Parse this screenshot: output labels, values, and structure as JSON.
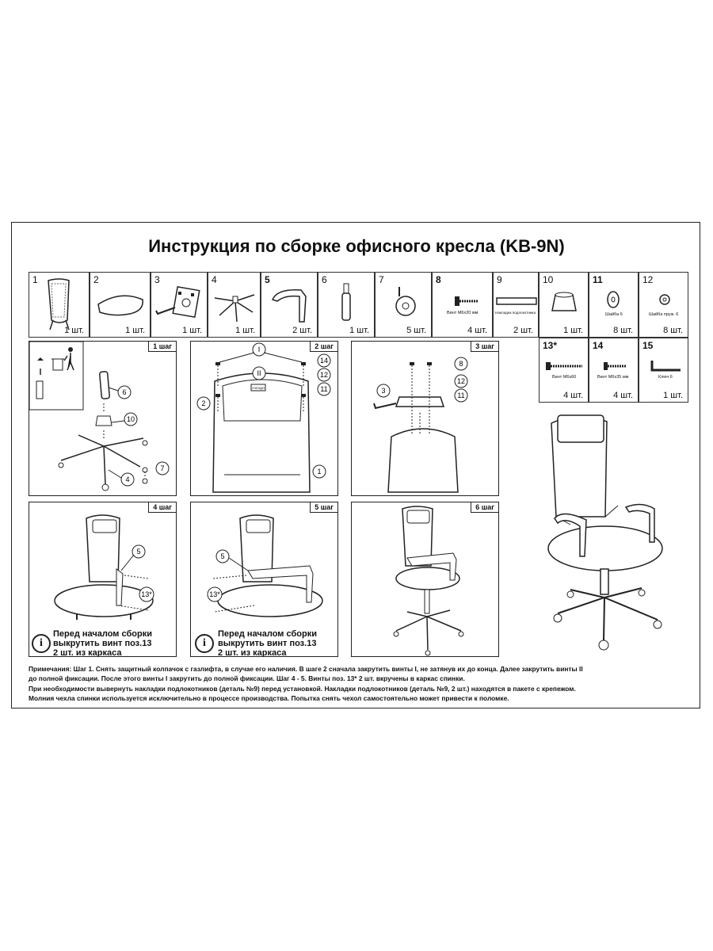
{
  "title": "Инструкция по сборке офисного кресла (KB-9N)",
  "parts": [
    {
      "num": "1",
      "qty": "1 шт."
    },
    {
      "num": "2",
      "qty": "1 шт."
    },
    {
      "num": "3",
      "qty": "1 шт."
    },
    {
      "num": "4",
      "qty": "1 шт."
    },
    {
      "num": "5",
      "qty": "2 шт."
    },
    {
      "num": "6",
      "qty": "1 шт."
    },
    {
      "num": "7",
      "qty": "5 шт."
    },
    {
      "num": "8",
      "qty": "4 шт.",
      "caption": "Винт М6х20 мм"
    },
    {
      "num": "9",
      "qty": "2 шт.",
      "caption": "Накладка подлокотника"
    },
    {
      "num": "10",
      "qty": "1 шт."
    },
    {
      "num": "11",
      "qty": "8 шт.",
      "caption": "Шайба 6"
    },
    {
      "num": "12",
      "qty": "8 шт.",
      "caption": "Шайба пруж. 6"
    },
    {
      "num": "13*",
      "qty": "4 шт.",
      "caption": "Винт М6х60"
    },
    {
      "num": "14",
      "qty": "4 шт.",
      "caption": "Винт М6х35 мм"
    },
    {
      "num": "15",
      "qty": "1 шт.",
      "caption": "Ключ 6"
    }
  ],
  "steps": [
    {
      "label": "1 шаг"
    },
    {
      "label": "2 шаг"
    },
    {
      "label": "3 шаг"
    },
    {
      "label": "4 шаг"
    },
    {
      "label": "5 шаг"
    },
    {
      "label": "6 шаг"
    }
  ],
  "step4_note": [
    "Перед началом сборки",
    "выкрутить винт поз.13",
    "2 шт. из каркаса"
  ],
  "step5_note": [
    "Перед началом сборки",
    "выкрутить винт поз.13",
    "2 шт. из каркаса"
  ],
  "notes": {
    "label": "Примечания:",
    "line1": " Шаг 1. Снять защитный колпачок с газлифта, в случае его наличия. В шаге 2 сначала закрутить винты I, не затянув их до конца. Далее закрутить винты II",
    "line2": "до полной фиксации. После этого винты I закрутить до полной фиксации. Шаг 4 - 5. Винты поз. 13* 2 шт. вкручены в каркас спинки.",
    "line3": "При необходимости вывернуть накладки подлокотников (деталь №9) перед установкой. Накладки подлокотников (деталь №9, 2 шт.) находятся в пакете с крепежом.",
    "line4": "Молния чехла спинки используется исключительно в процессе производства. Попытка снять чехол самостоятельно может привести к поломке."
  },
  "callouts": {
    "s1": [
      "6",
      "10",
      "4",
      "7"
    ],
    "s2": [
      "I",
      "II",
      "14",
      "12",
      "11",
      "2",
      "1"
    ],
    "s3": [
      "8",
      "12",
      "11",
      "3"
    ],
    "s4": [
      "5",
      "13*"
    ],
    "s5": [
      "5",
      "13*"
    ],
    "s2_label": "ГНЕЗДО"
  }
}
